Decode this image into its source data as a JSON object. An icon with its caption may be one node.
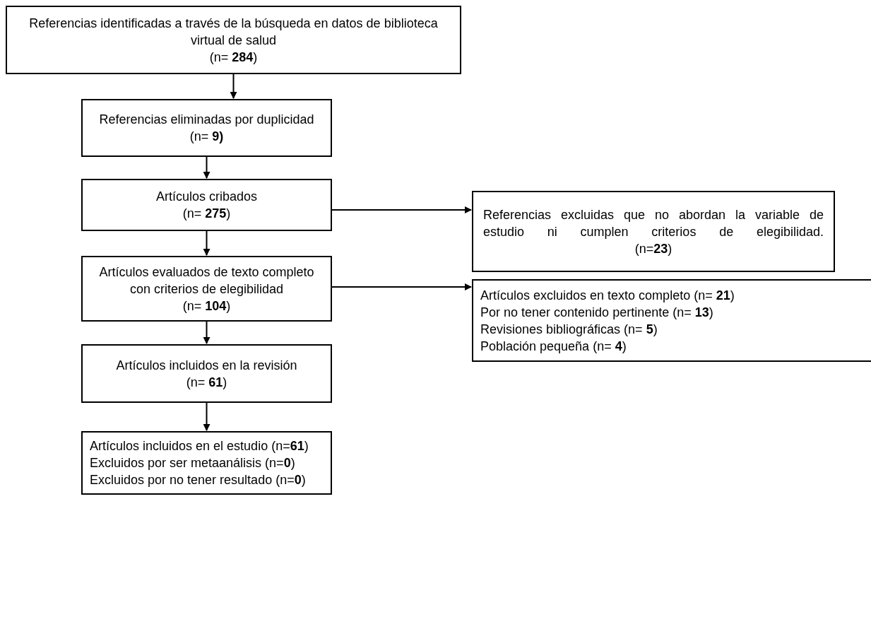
{
  "diagram": {
    "nodes": [
      {
        "text": [
          "Referencias identificadas a través de la búsqueda en datos de biblioteca virtual de salud",
          "(n= **284**)"
        ]
      },
      {
        "text": [
          "Referencias eliminadas por duplicidad",
          "(n= **9)**"
        ]
      },
      {
        "text": [
          "Artículos cribados",
          "(n= **275**)"
        ]
      },
      {
        "text": [
          "Referencias excluidas que no abordan la variable de estudio ni cumplen criterios de elegibilidad.",
          "(n=**23**)"
        ]
      },
      {
        "text": [
          "Artículos evaluados de texto completo con criterios de elegibilidad",
          "(n= **104**)"
        ]
      },
      {
        "text": [
          "Artículos excluidos en texto completo (n= **21**)",
          "Por no tener contenido pertinente (n= **13**)",
          "Revisiones bibliográficas (n= **5**)",
          "Población pequeña (n= **4**)"
        ]
      },
      {
        "text": [
          "Artículos incluidos en la revisión",
          "(n= **61**)"
        ]
      },
      {
        "text": [
          "Artículos incluidos en el estudio (n=**61**)",
          "Excluidos por ser metaanálisis (n=**0**)",
          "Excluidos por no tener resultado (n=**0**)"
        ]
      }
    ],
    "edges": [
      {
        "from": 0,
        "to": 1,
        "arrow": "to"
      },
      {
        "from": 1,
        "to": 2,
        "arrow": "to"
      },
      {
        "from": 2,
        "to": 4,
        "arrow": "to"
      },
      {
        "from": 2,
        "to": 3,
        "arrow": "to"
      },
      {
        "from": 4,
        "to": 6,
        "arrow": "to"
      },
      {
        "from": 4,
        "to": 5,
        "arrow": "to"
      },
      {
        "from": 6,
        "to": 7,
        "arrow": "to"
      }
    ]
  }
}
